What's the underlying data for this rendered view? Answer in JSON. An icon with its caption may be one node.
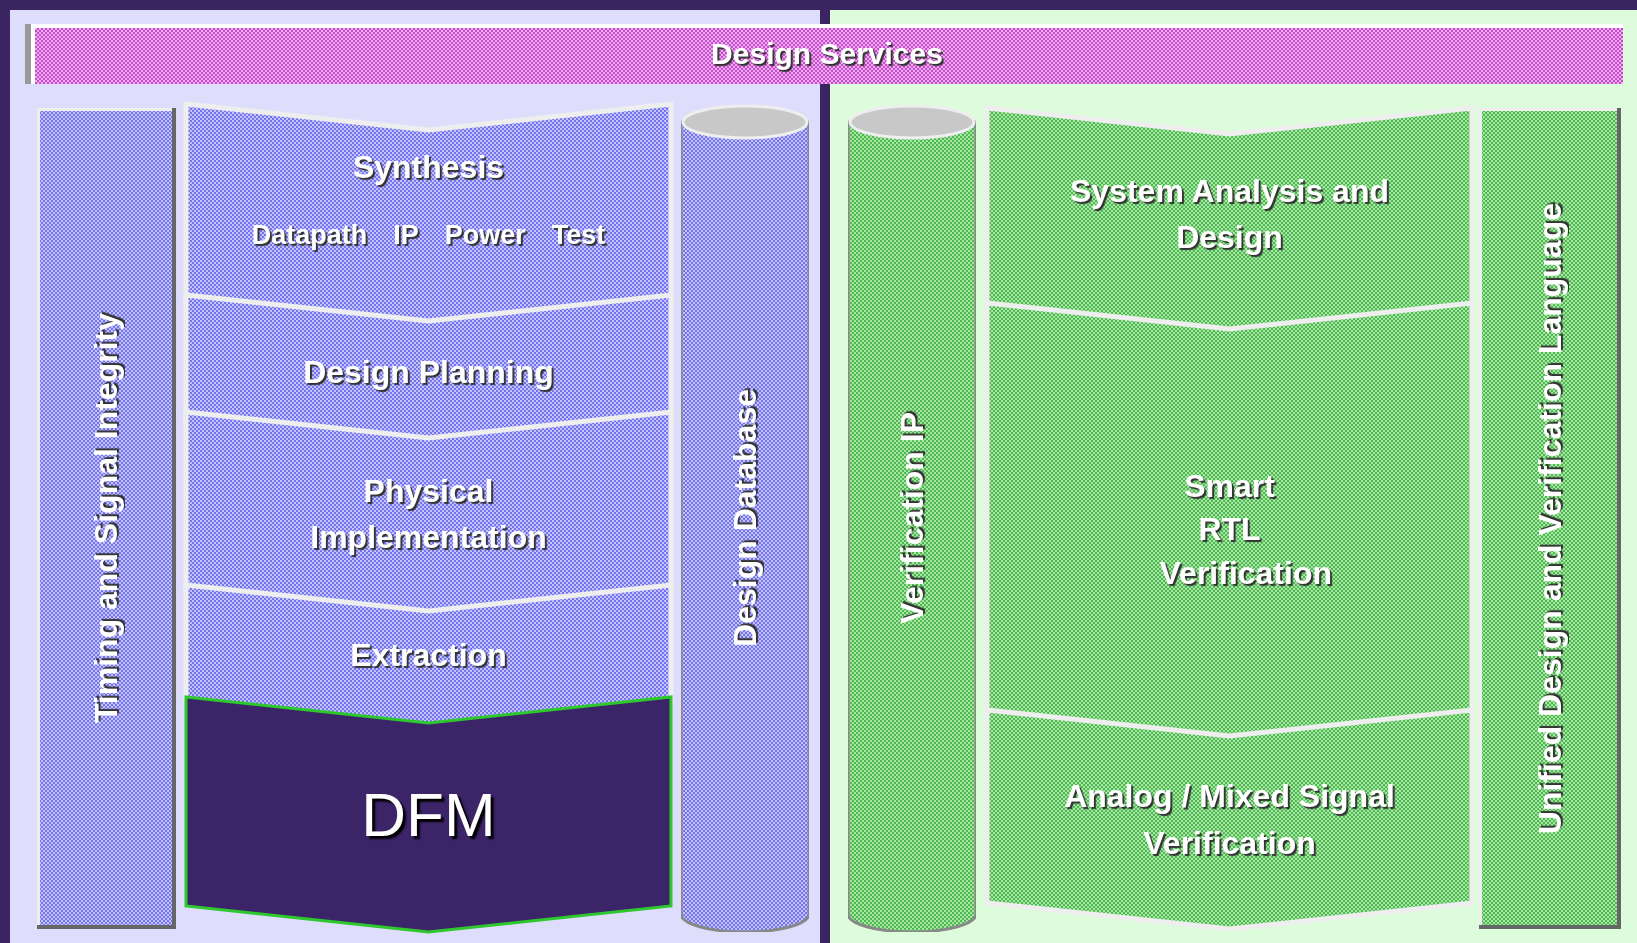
{
  "diagram": {
    "nodes": [
      {
        "text": [
          "Design Services"
        ]
      },
      {
        "text": [
          "Timing and Signal Integrity"
        ]
      },
      {
        "text": [
          "Synthesis",
          "Datapath",
          "IP",
          "Power",
          "Test"
        ]
      },
      {
        "text": [
          "Design Planning"
        ]
      },
      {
        "text": [
          "Physical Implementation"
        ]
      },
      {
        "text": [
          "Extraction"
        ]
      },
      {
        "text": [
          "DFM"
        ]
      },
      {
        "text": [
          "Design Database"
        ]
      },
      {
        "text": [
          "Verification IP"
        ]
      },
      {
        "text": [
          "System Analysis and Design"
        ]
      },
      {
        "text": [
          "Smart RTL Verification"
        ]
      },
      {
        "text": [
          "Analog / Mixed Signal Verification"
        ]
      },
      {
        "text": [
          "Unified Design and Verification Language"
        ]
      }
    ]
  }
}
